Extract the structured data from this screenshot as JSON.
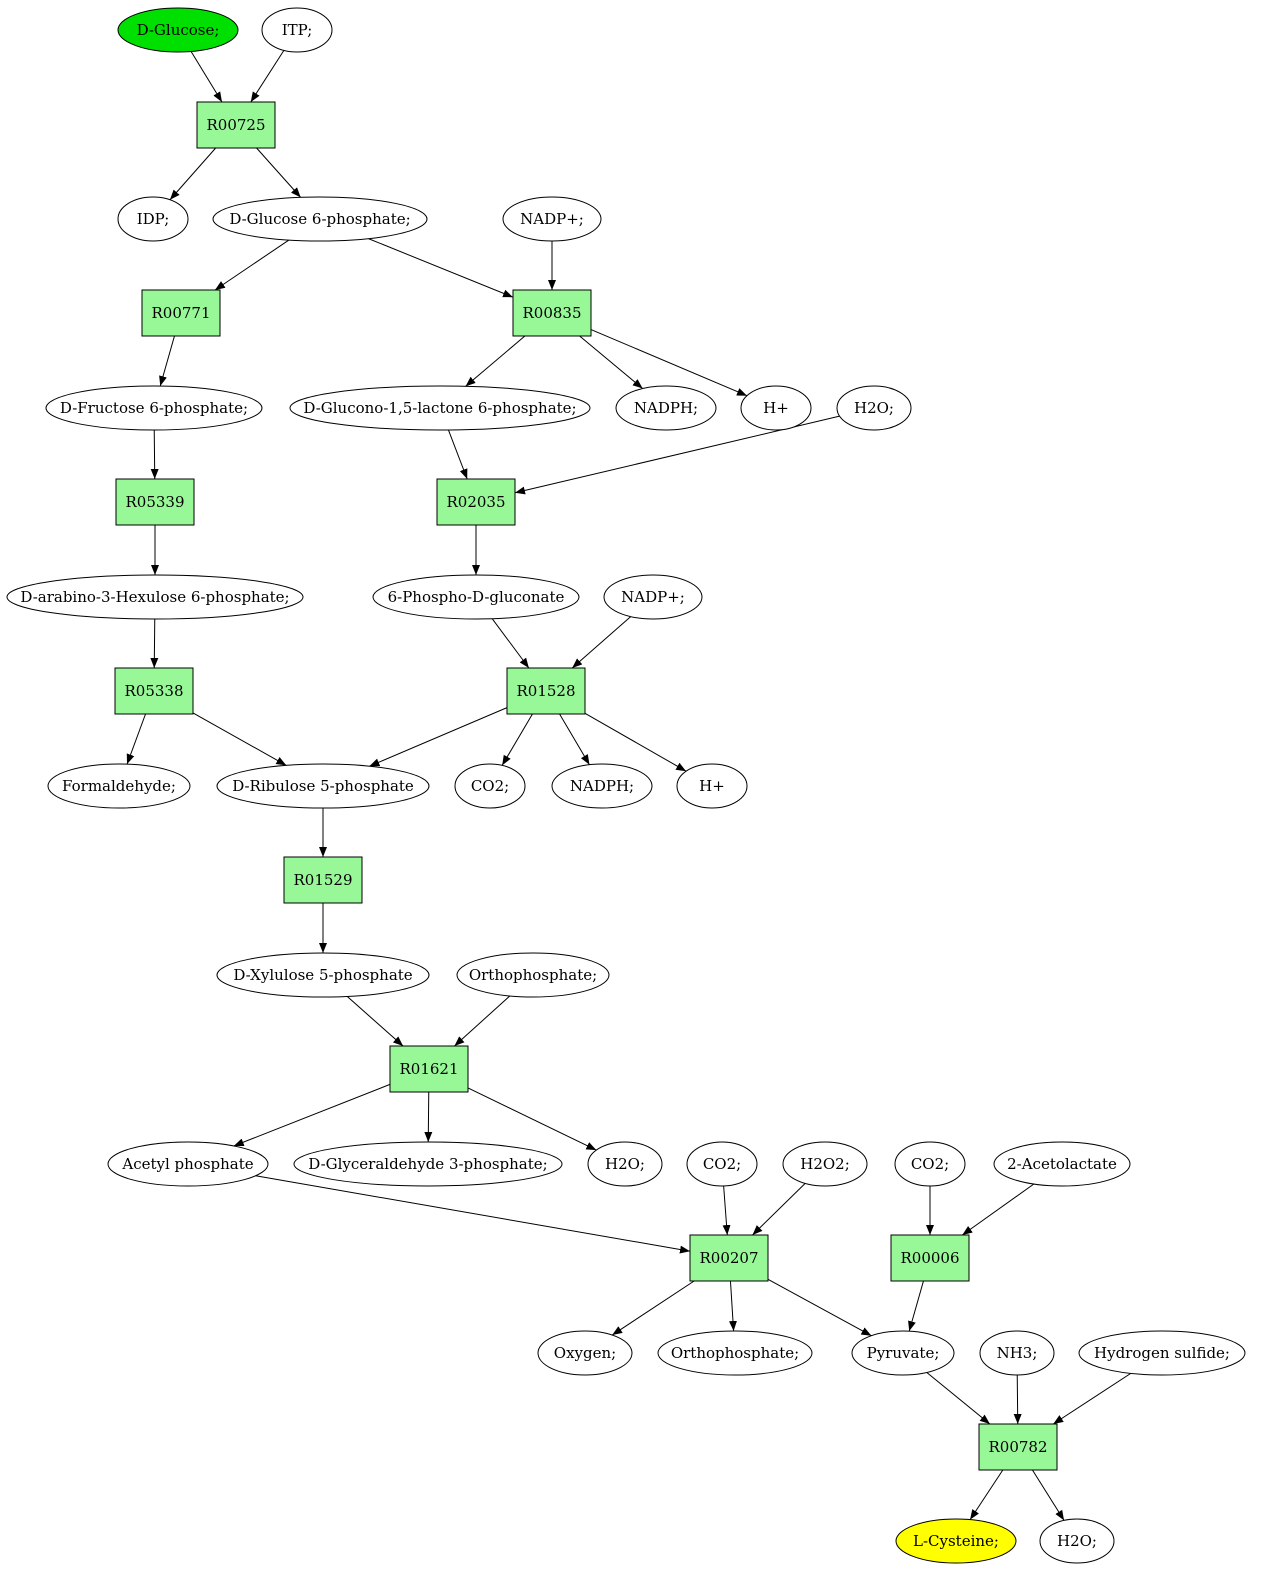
{
  "colors": {
    "reaction_fill": "#98f898",
    "source_fill": "#00e000",
    "target_fill": "#ffff00",
    "metabolite_fill": "#ffffff",
    "stroke": "#000000"
  },
  "nodes": {
    "dglucose": {
      "label": "D-Glucose;",
      "kind": "source"
    },
    "itp": {
      "label": "ITP;",
      "kind": "metabolite"
    },
    "r00725": {
      "label": "R00725",
      "kind": "reaction"
    },
    "idp": {
      "label": "IDP;",
      "kind": "metabolite"
    },
    "g6p": {
      "label": "D-Glucose 6-phosphate;",
      "kind": "metabolite"
    },
    "nadp1": {
      "label": "NADP+;",
      "kind": "metabolite"
    },
    "r00771": {
      "label": "R00771",
      "kind": "reaction"
    },
    "r00835": {
      "label": "R00835",
      "kind": "reaction"
    },
    "f6p": {
      "label": "D-Fructose 6-phosphate;",
      "kind": "metabolite"
    },
    "glucono": {
      "label": "D-Glucono-1,5-lactone 6-phosphate;",
      "kind": "metabolite"
    },
    "nadph1": {
      "label": "NADPH;",
      "kind": "metabolite"
    },
    "h1": {
      "label": "H+",
      "kind": "metabolite"
    },
    "h2o1": {
      "label": "H2O;",
      "kind": "metabolite"
    },
    "r05339": {
      "label": "R05339",
      "kind": "reaction"
    },
    "r02035": {
      "label": "R02035",
      "kind": "reaction"
    },
    "hexulose": {
      "label": "D-arabino-3-Hexulose 6-phosphate;",
      "kind": "metabolite"
    },
    "pgluconate": {
      "label": "6-Phospho-D-gluconate",
      "kind": "metabolite"
    },
    "nadp2": {
      "label": "NADP+;",
      "kind": "metabolite"
    },
    "r05338": {
      "label": "R05338",
      "kind": "reaction"
    },
    "r01528": {
      "label": "R01528",
      "kind": "reaction"
    },
    "formaldehyde": {
      "label": "Formaldehyde;",
      "kind": "metabolite"
    },
    "ribulose": {
      "label": "D-Ribulose 5-phosphate",
      "kind": "metabolite"
    },
    "co2a": {
      "label": "CO2;",
      "kind": "metabolite"
    },
    "nadph2": {
      "label": "NADPH;",
      "kind": "metabolite"
    },
    "h2": {
      "label": "H+",
      "kind": "metabolite"
    },
    "r01529": {
      "label": "R01529",
      "kind": "reaction"
    },
    "xylulose": {
      "label": "D-Xylulose 5-phosphate",
      "kind": "metabolite"
    },
    "ortho1": {
      "label": "Orthophosphate;",
      "kind": "metabolite"
    },
    "r01621": {
      "label": "R01621",
      "kind": "reaction"
    },
    "acetylp": {
      "label": "Acetyl phosphate",
      "kind": "metabolite"
    },
    "g3p": {
      "label": "D-Glyceraldehyde 3-phosphate;",
      "kind": "metabolite"
    },
    "h2o2": {
      "label": "H2O;",
      "kind": "metabolite"
    },
    "co2b": {
      "label": "CO2;",
      "kind": "metabolite"
    },
    "h2o2b": {
      "label": "H2O2;",
      "kind": "metabolite"
    },
    "co2c": {
      "label": "CO2;",
      "kind": "metabolite"
    },
    "acetolactate": {
      "label": "2-Acetolactate",
      "kind": "metabolite"
    },
    "r00207": {
      "label": "R00207",
      "kind": "reaction"
    },
    "r00006": {
      "label": "R00006",
      "kind": "reaction"
    },
    "oxygen": {
      "label": "Oxygen;",
      "kind": "metabolite"
    },
    "ortho2": {
      "label": "Orthophosphate;",
      "kind": "metabolite"
    },
    "pyruvate": {
      "label": "Pyruvate;",
      "kind": "metabolite"
    },
    "nh3": {
      "label": "NH3;",
      "kind": "metabolite"
    },
    "h2s": {
      "label": "Hydrogen sulfide;",
      "kind": "metabolite"
    },
    "r00782": {
      "label": "R00782",
      "kind": "reaction"
    },
    "lcysteine": {
      "label": "L-Cysteine;",
      "kind": "target"
    },
    "h2o3": {
      "label": "H2O;",
      "kind": "metabolite"
    }
  },
  "edges": [
    [
      "dglucose",
      "r00725"
    ],
    [
      "itp",
      "r00725"
    ],
    [
      "r00725",
      "idp"
    ],
    [
      "r00725",
      "g6p"
    ],
    [
      "g6p",
      "r00771"
    ],
    [
      "g6p",
      "r00835"
    ],
    [
      "nadp1",
      "r00835"
    ],
    [
      "r00771",
      "f6p"
    ],
    [
      "r00835",
      "glucono"
    ],
    [
      "r00835",
      "nadph1"
    ],
    [
      "r00835",
      "h1"
    ],
    [
      "f6p",
      "r05339"
    ],
    [
      "glucono",
      "r02035"
    ],
    [
      "h2o1",
      "r02035"
    ],
    [
      "r05339",
      "hexulose"
    ],
    [
      "r02035",
      "pgluconate"
    ],
    [
      "hexulose",
      "r05338"
    ],
    [
      "pgluconate",
      "r01528"
    ],
    [
      "nadp2",
      "r01528"
    ],
    [
      "r05338",
      "formaldehyde"
    ],
    [
      "r05338",
      "ribulose"
    ],
    [
      "r01528",
      "ribulose"
    ],
    [
      "r01528",
      "co2a"
    ],
    [
      "r01528",
      "nadph2"
    ],
    [
      "r01528",
      "h2"
    ],
    [
      "ribulose",
      "r01529"
    ],
    [
      "r01529",
      "xylulose"
    ],
    [
      "xylulose",
      "r01621"
    ],
    [
      "ortho1",
      "r01621"
    ],
    [
      "r01621",
      "acetylp"
    ],
    [
      "r01621",
      "g3p"
    ],
    [
      "r01621",
      "h2o2"
    ],
    [
      "acetylp",
      "r00207"
    ],
    [
      "co2b",
      "r00207"
    ],
    [
      "h2o2b",
      "r00207"
    ],
    [
      "co2c",
      "r00006"
    ],
    [
      "acetolactate",
      "r00006"
    ],
    [
      "r00207",
      "oxygen"
    ],
    [
      "r00207",
      "ortho2"
    ],
    [
      "r00207",
      "pyruvate"
    ],
    [
      "r00006",
      "pyruvate"
    ],
    [
      "pyruvate",
      "r00782"
    ],
    [
      "nh3",
      "r00782"
    ],
    [
      "h2s",
      "r00782"
    ],
    [
      "r00782",
      "lcysteine"
    ],
    [
      "r00782",
      "h2o3"
    ]
  ]
}
